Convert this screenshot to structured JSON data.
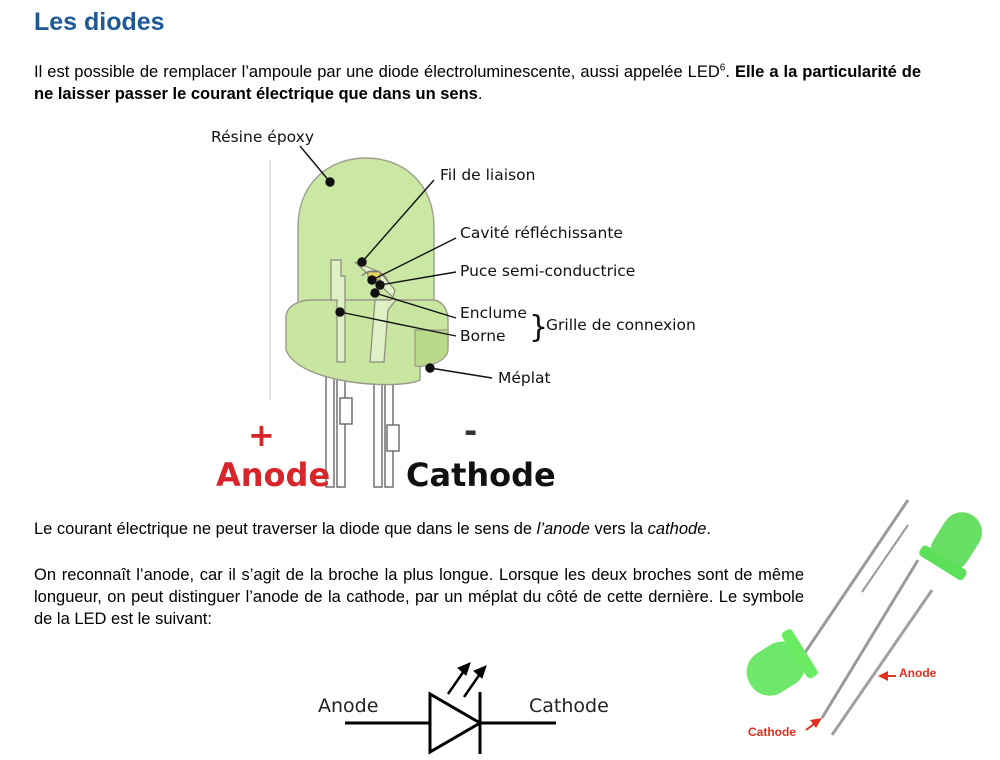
{
  "title": "Les diodes",
  "intro": {
    "text_before": "Il est possible de remplacer l’ampoule par une diode électroluminescente, aussi appelée LED",
    "footnote": "6",
    "text_after": ". ",
    "bold": "Elle a la particularité de ne laisser passer le courant électrique que dans un sens",
    "end": "."
  },
  "diagram": {
    "labels": {
      "resine": "Résine époxy",
      "fil": "Fil de liaison",
      "cavite": "Cavité réfléchissante",
      "puce": "Puce semi-conductrice",
      "enclume": "Enclume",
      "borne": "Borne",
      "grille": "Grille de connexion",
      "meplat": "Méplat"
    },
    "plus": "+",
    "minus": "-",
    "anode": "Anode",
    "cathode": "Cathode"
  },
  "para2": {
    "before": "Le courant électrique ne peut traverser la diode que dans le sens de ",
    "anode": "l’anode",
    "middle": " vers la ",
    "cathode": "cathode",
    "end": "."
  },
  "para3": "On reconnaît l’anode, car il s’agit de la broche la plus longue. Lorsque les deux broches sont de même longueur, on peut distinguer l’anode de la cathode, par un méplat du côté de cette dernière. Le symbole de la LED est le suivant:",
  "photo": {
    "anode": "Anode",
    "cathode": "Cathode"
  },
  "symbol": {
    "anode": "Anode",
    "cathode": "Cathode"
  },
  "colors": {
    "title": "#1d5a95",
    "red": "#d6262a",
    "led_green": "#c9e6a0",
    "photo_label": "#e0301e"
  }
}
